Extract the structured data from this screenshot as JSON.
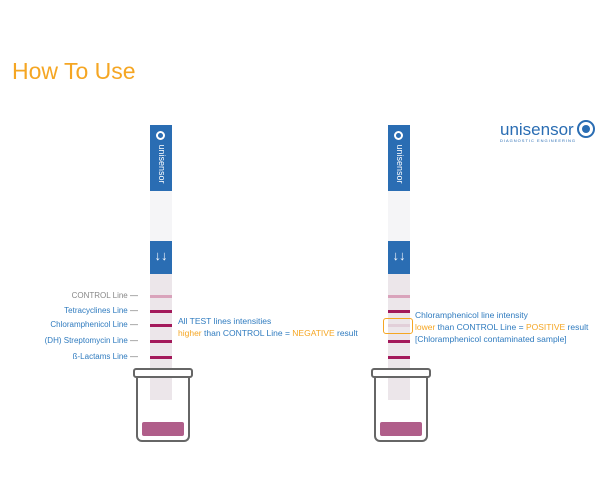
{
  "title": "How To Use",
  "brand": {
    "name": "unisensor",
    "tagline": "DIAGNOSTIC ENGINEERING"
  },
  "strip_text": "unisensor",
  "lines": [
    "CONTROL Line",
    "Tetracyclines Line",
    "Chloramphenicol Line",
    "(DH) Streptomycin Line",
    "ß-Lactams Line"
  ],
  "negative": {
    "line1": "All TEST lines intensities",
    "w1": "higher",
    "w2": " than CONTROL Line = ",
    "w3": "NEGATIVE",
    "w4": " result"
  },
  "positive": {
    "line1": "Chloramphenicol line intensity",
    "w1": "lower",
    "w2": " than CONTROL Line = ",
    "w3": "POSITIVE",
    "w4": " result",
    "line3": "[Chloramphenicol contaminated sample]"
  },
  "colors": {
    "accent": "#f5a623",
    "blue": "#2a6db3",
    "band": "#a3195b"
  }
}
